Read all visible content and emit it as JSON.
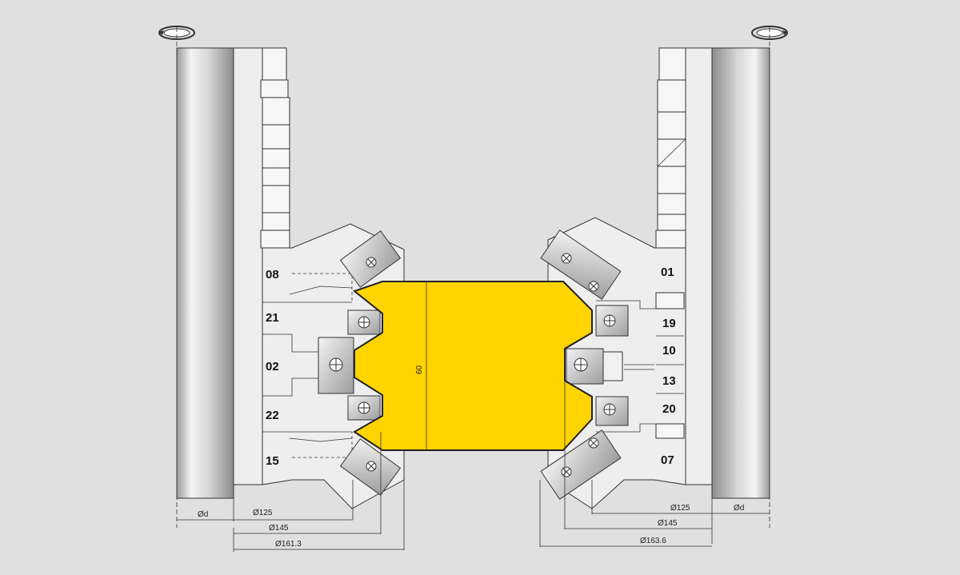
{
  "colors": {
    "background": "#e0e0e0",
    "workpiece": "#ffd400",
    "body": "#eeeeee",
    "outline": "#333333"
  },
  "icons": {
    "rotation_left": "rotation-arrow-icon",
    "rotation_right": "rotation-arrow-icon"
  },
  "left_tool": {
    "position_labels": [
      "08",
      "21",
      "02",
      "22",
      "15"
    ],
    "dimensions": [
      "Ød",
      "Ø125",
      "Ø145",
      "Ø161.3"
    ]
  },
  "right_tool": {
    "position_labels": [
      "01",
      "19",
      "10",
      "13",
      "20",
      "07"
    ],
    "dimensions": [
      "Ø125",
      "Ød",
      "Ø145",
      "Ø163.6"
    ]
  },
  "workpiece": {
    "thickness_label": "60"
  }
}
